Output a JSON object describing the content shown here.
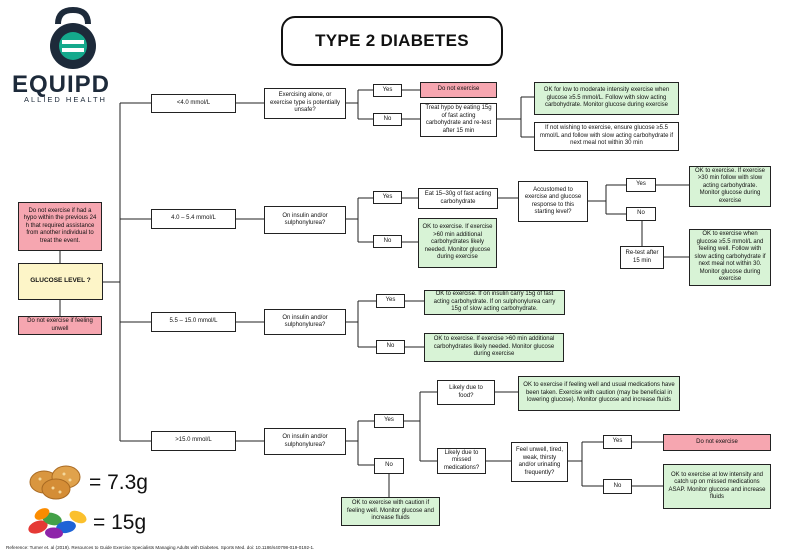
{
  "header": {
    "title": "TYPE 2 DIABETES",
    "brand": "EQUIPD",
    "brand_sub": "ALLIED HEALTH"
  },
  "left": {
    "hypo_warning": "Do not exercise if had a hypo within the previous 24 h that required assistance from another individual to treat the event.",
    "glucose_level": "GLUCOSE LEVEL ?",
    "unwell_warning": "Do not exercise if feeling unwell"
  },
  "branch_lt4": {
    "range": "<4.0 mmol/L",
    "question": "Exercising alone, or exercise type is potentially unsafe?",
    "yes": "Yes",
    "no": "No",
    "yes_result": "Do not exercise",
    "no_action": "Treat hypo by eating 15g of fast acting carbohydrate and re-test after 15 min",
    "ok_result": "OK for low to moderate intensity exercise when glucose ≥5.5 mmol/L. Follow with slow acting carbohydrate. Monitor glucose during exercise",
    "not_wishing": "If not wishing to exercise, ensure glucose ≥5.5 mmol/L and follow with slow acting carbohydrate if next meal not within 30 min"
  },
  "branch_4to5": {
    "range": "4.0 – 5.4 mmol/L",
    "question": "On insulin and/or sulphonylurea?",
    "yes": "Yes",
    "no": "No",
    "yes_action": "Eat 15–30g of fast acting carbohydrate",
    "no_result": "OK to exercise. If exercise >60 min additional carbohydrates likely needed. Monitor glucose during exercise",
    "accustomed": "Accustomed to exercise and glucose response to this starting level?",
    "acc_yes": "Yes",
    "acc_no": "No",
    "acc_yes_result": "OK to exercise. If exercise >30 min follow with slow acting carbohydrate. Monitor glucose during exercise",
    "retest": "Re-test after 15 min",
    "acc_no_result": "OK to exercise when glucose ≥5.5 mmol/L and feeling well. Follow with slow acting carbohydrate if next meal not within 30. Monitor glucose during exercise"
  },
  "branch_5to15": {
    "range": "5.5 – 15.0 mmol/L",
    "question": "On insulin and/or sulphonylurea?",
    "yes": "Yes",
    "no": "No",
    "yes_result": "OK to exercise. If on insulin carry 15g of fast acting carbohydrate. If on sulphonylurea carry 15g of slow acting carbohydrate.",
    "no_result": "OK to exercise. If exercise >60 min additional carbohydrates likely needed. Monitor glucose during exercise"
  },
  "branch_gt15": {
    "range": ">15.0 mmol/L",
    "question": "On insulin and/or sulphonylurea?",
    "yes": "Yes",
    "no": "No",
    "due_food": "Likely due to food?",
    "food_result": "OK to exercise if feeling well and usual medications have been taken. Exercise with caution (may be beneficial in lowering glucose). Monitor glucose and increase fluids",
    "due_meds": "Likely due to missed medications?",
    "feel_unwell": "Feel unwell, tired, weak, thirsty and/or urinating frequently?",
    "fu_yes": "Yes",
    "fu_no": "No",
    "fu_yes_result": "Do not exercise",
    "fu_no_result": "OK to exercise at low intensity and catch up on missed medications ASAP. Monitor glucose and increase fluids",
    "no_result": "OK to exercise with caution if feeling well. Monitor glucose and increase fluids"
  },
  "legend": {
    "biscuit_value": "= 7.3g",
    "jellybean_value": "= 15g"
  },
  "reference": "Reference: Turner et. al (2019). Resources to Guide Exercise Specialists Managing Adults with Diabetes. Sports Med. doi: 10.1186/s40798-019-0192-1.",
  "colors": {
    "green": "#d8f3d6",
    "red": "#f6a6b0",
    "yellow": "#fdf5c8",
    "logo_teal": "#14a98c",
    "logo_navy": "#1d2a3a"
  }
}
